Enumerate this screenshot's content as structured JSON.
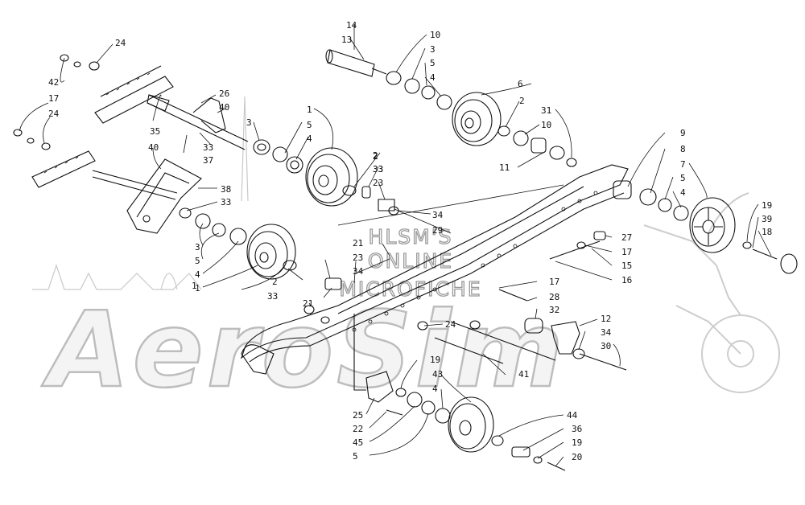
{
  "watermark": {
    "line1": "HLSM'S",
    "line2": "ONLINE",
    "line3": "MICROFICHE",
    "brand": "AeroSim"
  },
  "callouts": [
    {
      "t": "24"
    },
    {
      "t": "42"
    },
    {
      "t": "17"
    },
    {
      "t": "24"
    },
    {
      "t": "26"
    },
    {
      "t": "40"
    },
    {
      "t": "35"
    },
    {
      "t": "33"
    },
    {
      "t": "37"
    },
    {
      "t": "40"
    },
    {
      "t": "38"
    },
    {
      "t": "33"
    },
    {
      "t": "3"
    },
    {
      "t": "5"
    },
    {
      "t": "4"
    },
    {
      "t": "1"
    },
    {
      "t": "2"
    },
    {
      "t": "33"
    },
    {
      "t": "14"
    },
    {
      "t": "13"
    },
    {
      "t": "10"
    },
    {
      "t": "3"
    },
    {
      "t": "5"
    },
    {
      "t": "4"
    },
    {
      "t": "6"
    },
    {
      "t": "2"
    },
    {
      "t": "31"
    },
    {
      "t": "10"
    },
    {
      "t": "11"
    },
    {
      "t": "1"
    },
    {
      "t": "5"
    },
    {
      "t": "3"
    },
    {
      "t": "4"
    },
    {
      "t": "2"
    },
    {
      "t": "33"
    },
    {
      "t": "23"
    },
    {
      "t": "34"
    },
    {
      "t": "29"
    },
    {
      "t": "21"
    },
    {
      "t": "23"
    },
    {
      "t": "34"
    },
    {
      "t": "9"
    },
    {
      "t": "8"
    },
    {
      "t": "7"
    },
    {
      "t": "5"
    },
    {
      "t": "4"
    },
    {
      "t": "19"
    },
    {
      "t": "39"
    },
    {
      "t": "18"
    },
    {
      "t": "27"
    },
    {
      "t": "17"
    },
    {
      "t": "15"
    },
    {
      "t": "16"
    },
    {
      "t": "17"
    },
    {
      "t": "28"
    },
    {
      "t": "32"
    },
    {
      "t": "12"
    },
    {
      "t": "34"
    },
    {
      "t": "30"
    },
    {
      "t": "24"
    },
    {
      "t": "41"
    },
    {
      "t": "21"
    },
    {
      "t": "19"
    },
    {
      "t": "43"
    },
    {
      "t": "4"
    },
    {
      "t": "25"
    },
    {
      "t": "22"
    },
    {
      "t": "45"
    },
    {
      "t": "5"
    },
    {
      "t": "44"
    },
    {
      "t": "36"
    },
    {
      "t": "19"
    },
    {
      "t": "20"
    },
    {
      "t": "2"
    },
    {
      "t": "33"
    },
    {
      "t": "1"
    }
  ]
}
